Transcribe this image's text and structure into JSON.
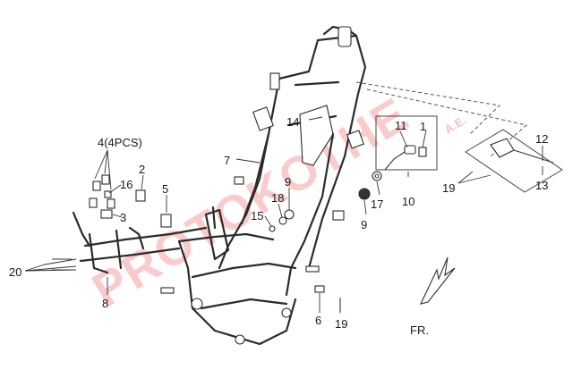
{
  "watermark": {
    "main": "PROTOKOTHE",
    "suffix": "A.E."
  },
  "direction_label": "FR.",
  "callouts": {
    "c1": "1",
    "c2": "2",
    "c3": "3",
    "c4": "4(4PCS)",
    "c5": "5",
    "c6": "6",
    "c7": "7",
    "c8": "8",
    "c9a": "9",
    "c9b": "9",
    "c10": "10",
    "c11": "11",
    "c12": "12",
    "c13": "13",
    "c14": "14",
    "c15": "15",
    "c16": "16",
    "c17": "17",
    "c18": "18",
    "c19a": "19",
    "c19b": "19",
    "c20": "20"
  }
}
